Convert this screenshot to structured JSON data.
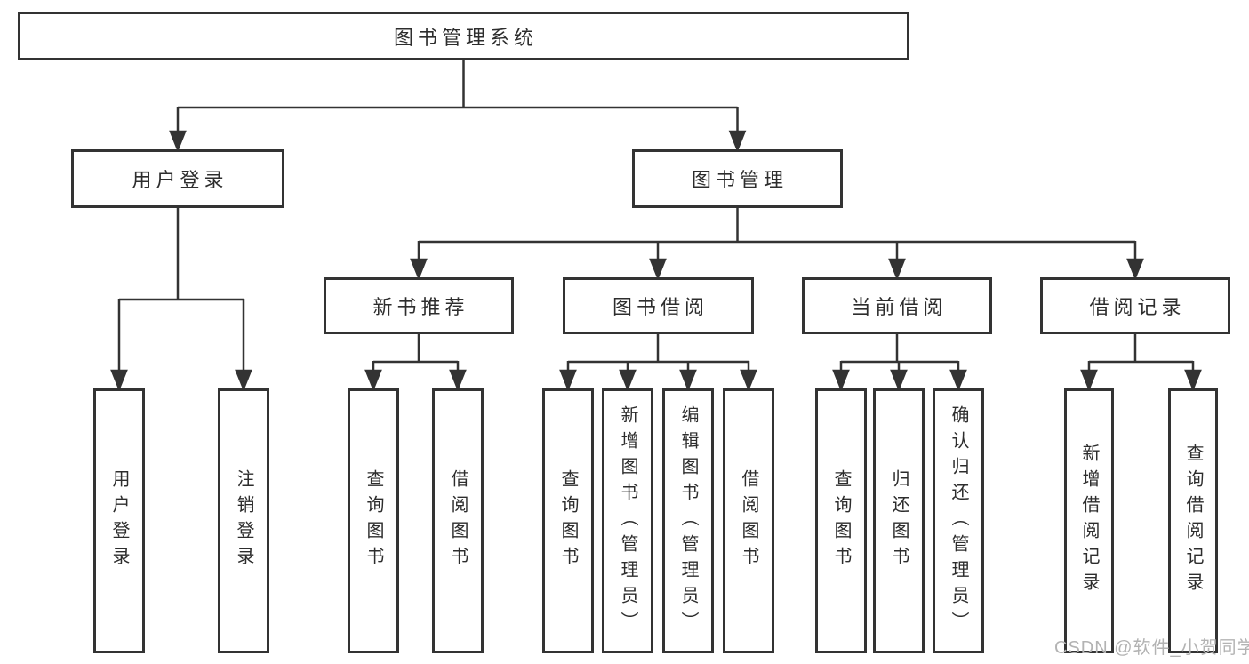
{
  "tree": {
    "label": "图书管理系统",
    "children": [
      {
        "label": "用户登录",
        "children": [
          {
            "label": "用户登录"
          },
          {
            "label": "注销登录"
          }
        ]
      },
      {
        "label": "图书管理",
        "children": [
          {
            "label": "新书推荐",
            "children": [
              {
                "label": "查询图书"
              },
              {
                "label": "借阅图书"
              }
            ]
          },
          {
            "label": "图书借阅",
            "children": [
              {
                "label": "查询图书"
              },
              {
                "label": "新增图书（管理员）"
              },
              {
                "label": "编辑图书（管理员）"
              },
              {
                "label": "借阅图书"
              }
            ]
          },
          {
            "label": "当前借阅",
            "children": [
              {
                "label": "查询图书"
              },
              {
                "label": "归还图书"
              },
              {
                "label": "确认归还（管理员）"
              }
            ]
          },
          {
            "label": "借阅记录",
            "children": [
              {
                "label": "新增借阅记录"
              },
              {
                "label": "查询借阅记录"
              }
            ]
          }
        ]
      }
    ]
  },
  "watermark": "CSDN @软件_小贺同学",
  "colors": {
    "line": "#333333",
    "box_border": "#333333",
    "text": "#2d2d2d",
    "background": "#ffffff",
    "watermark": "#b3b3b3"
  }
}
